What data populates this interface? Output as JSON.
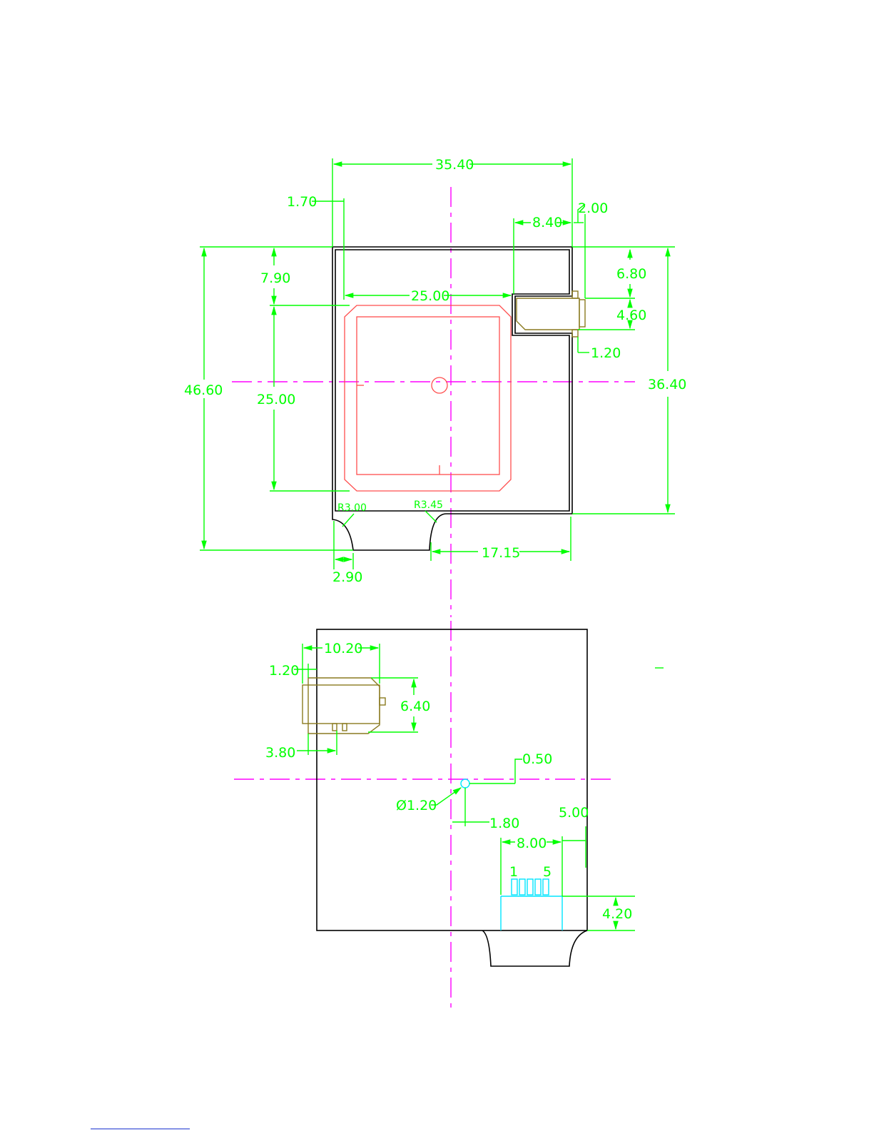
{
  "colors": {
    "dimension": "#00ff00",
    "outline": "#000000",
    "centerline": "#ff00ff",
    "antenna": "#ff4d4d",
    "connector": "#8a7a20",
    "pads": "#00e5ff"
  },
  "top_view": {
    "dims": {
      "width_total": "35.40",
      "left_offset": "1.70",
      "connector_depth": "8.40",
      "connector_overhang": "2.00",
      "height_total": "46.60",
      "antenna_top": "7.90",
      "antenna_width": "25.00",
      "antenna_height": "25.00",
      "conn_top": "6.80",
      "conn_height": "4.60",
      "conn_gap": "1.20",
      "body_height": "36.40",
      "radius_left": "R3.00",
      "radius_right": "R3.45",
      "tab_offset": "2.90",
      "tab_right": "17.15"
    }
  },
  "bottom_view": {
    "dims": {
      "conn_width": "10.20",
      "conn_offset": "1.20",
      "conn_height": "6.40",
      "conn_pin_offset": "3.80",
      "hole_offset_y": "0.50",
      "hole_diameter": "Ø1.20",
      "hole_offset_x": "1.80",
      "pad_edge": "5.00",
      "pad_width": "8.00",
      "pad_height": "4.20",
      "pin_first": "1",
      "pin_last": "5"
    }
  }
}
